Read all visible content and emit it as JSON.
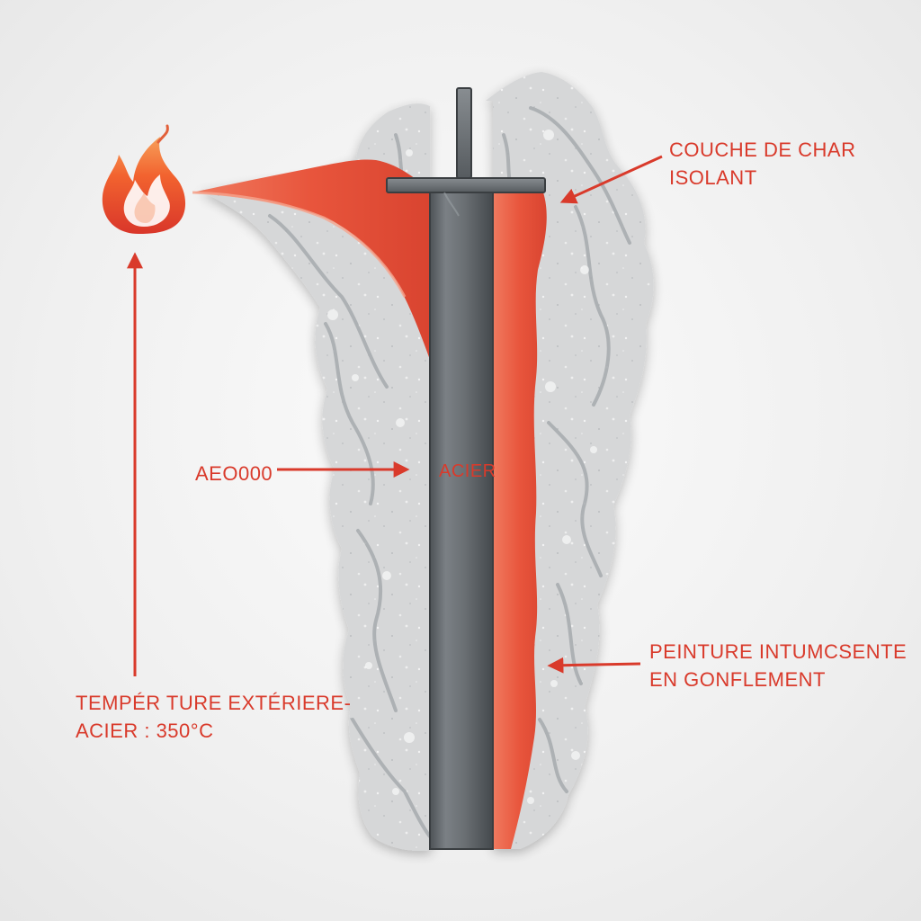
{
  "colors": {
    "accent_red": "#d93a2b",
    "intumescent_char": "#d8d8d8",
    "char_shadow": "#a9adb0",
    "swelling_paint": "#e8553c",
    "steel": "#6f7478",
    "flame_outer": "#f05a32",
    "flame_inner": "#ffb08a"
  },
  "icons": {
    "flame": "flame-icon"
  },
  "labels": {
    "char_layer": [
      "COUCHE DE CHAR",
      "ISOLANT"
    ],
    "swelling_paint": [
      "PEINTURE INTUMCSENTE",
      "EN GONFLEMENT"
    ],
    "outer_temperature": [
      "TEMPÉR TURE EXTÉRIERE-",
      "ACIER  :  350°C"
    ],
    "left_pointer": "AEO000",
    "steel": "ACIER"
  }
}
